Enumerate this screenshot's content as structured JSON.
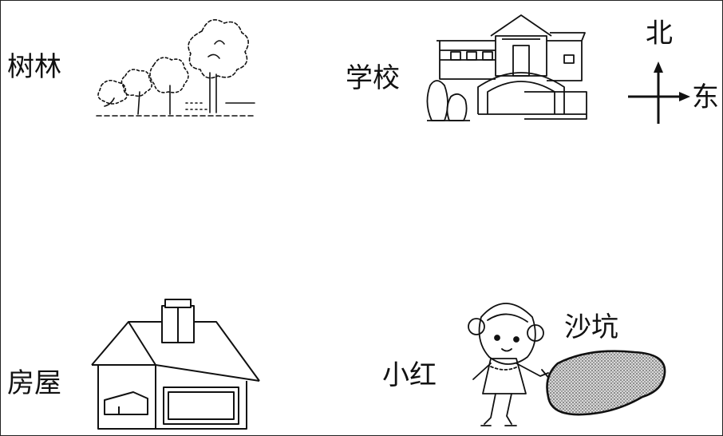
{
  "labels": {
    "forest": "树林",
    "school": "学校",
    "house": "房屋",
    "xiaohong": "小红",
    "sandpit": "沙坑"
  },
  "compass": {
    "north": "北",
    "east": "东"
  },
  "icons": {
    "forest": "forest-icon",
    "school": "school-building-icon",
    "house": "house-icon",
    "girl": "girl-icon",
    "sandpit": "sandpit-icon",
    "compass": "compass-arrows-icon"
  },
  "colors": {
    "ink": "#111111",
    "sand": "#9a9a9a"
  }
}
